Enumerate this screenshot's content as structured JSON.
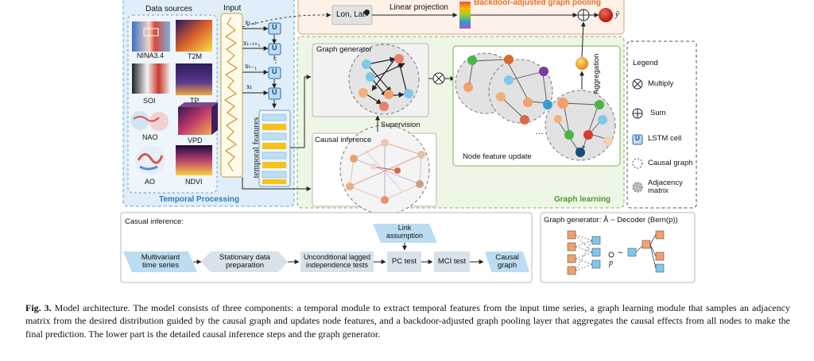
{
  "top": {
    "data_sources_title": "Data sources",
    "input_title": "Input",
    "sources": [
      {
        "label": "NINA3.4"
      },
      {
        "label": "T2M"
      },
      {
        "label": "SOI"
      },
      {
        "label": "TP"
      },
      {
        "label": "NAO"
      },
      {
        "label": "VPD"
      },
      {
        "label": "AO"
      },
      {
        "label": "NDVI"
      }
    ],
    "inputs": [
      "xₜ₋ₗ",
      "xₜ₋ₗ₊₁",
      "xₜ₋₁",
      "xₜ"
    ],
    "lstm_label": "U",
    "ellipsis": "⋮",
    "temporal_features": "temporal features",
    "temporal_processing": "Temporal Processing",
    "lon_lat": "Lon, Lat",
    "linear_projection": "Linear projection",
    "backdoor_title": "Backdoor-adjusted graph pooling",
    "y_hat": "ŷ",
    "graph_generator": "Graph generator",
    "supervision": "Supervision",
    "causal_inference_box": "Causal inference",
    "node_feature_update": "Node feature update",
    "aggregation": "Aggregation",
    "graph_learning": "Graph learning",
    "dots": "…"
  },
  "legend": {
    "title": "Legend",
    "items": [
      {
        "icon": "multiply-icon",
        "label": "Multiply"
      },
      {
        "icon": "sum-icon",
        "label": "Sum"
      },
      {
        "icon": "lstm-cell-icon",
        "label": "LSTM cell"
      },
      {
        "icon": "causal-graph-icon",
        "label": "Causal graph"
      },
      {
        "icon": "adjacency-matrix-icon",
        "label": "Adjacency\nmatrix"
      }
    ]
  },
  "bottom": {
    "title": "Casual inference:",
    "link_assumption": "Link\nassumption",
    "steps": [
      "Multivariant\ntime series",
      "Stationary data\npreparation",
      "Unconditional lagged\nindependence tests",
      "PC test",
      "MCI test",
      "Causal\ngraph"
    ],
    "generator_title": "Graph generator: Â ~ Decoder (Bern(p))",
    "p_label": "p",
    "tilde": "~"
  },
  "caption": {
    "label": "Fig. 3.",
    "text": "Model architecture. The model consists of three components: a temporal module to extract temporal features from the input time series, a graph learning module that samples an adjacency matrix from the desired distribution guided by the causal graph and updates node features, and a backdoor-adjusted graph pooling layer that aggregates the causal effects from all nodes to make the final prediction. The lower part is the detailed causal inference steps and the graph generator."
  },
  "colors": {
    "temporal_panel": "#dfeef8",
    "temporal_border": "#6a9fd0",
    "graph_panel": "#eef6e6",
    "graph_border": "#7cb255",
    "pooling_panel": "#fdf1e8",
    "pooling_border": "#e0a070",
    "backdoor_text": "#e8722a",
    "graph_learning_text": "#4a9a30",
    "temporal_text": "#2f7cc0",
    "flow_fill": "#d9e1ea",
    "blue_step": "#bcdcf2",
    "feature_bar": "#f7c21a",
    "feature_bar_light": "#bde0f5"
  }
}
